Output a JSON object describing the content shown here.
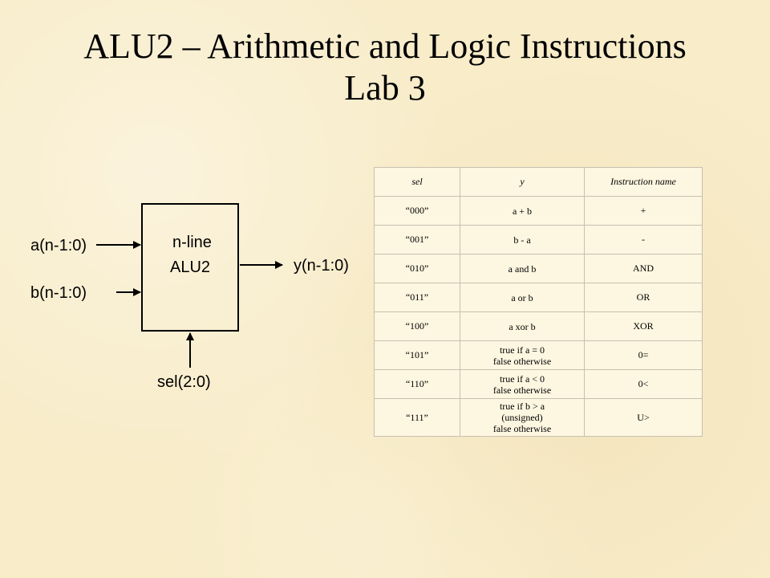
{
  "title": {
    "line1": "ALU2 – Arithmetic and Logic Instructions",
    "line2": "Lab 3"
  },
  "diagram": {
    "block_label_1": "n-line",
    "block_label_2": "ALU2",
    "input_a": "a(n-1:0)",
    "input_b": "b(n-1:0)",
    "input_sel": "sel(2:0)",
    "output_y": "y(n-1:0)"
  },
  "table": {
    "headers": [
      "sel",
      "y",
      "Instruction name"
    ],
    "rows": [
      {
        "sel": "“000”",
        "y": "a + b",
        "name": "+"
      },
      {
        "sel": "“001”",
        "y": "b - a",
        "name": "-"
      },
      {
        "sel": "“010”",
        "y": "a and b",
        "name": "AND"
      },
      {
        "sel": "“011”",
        "y": "a or b",
        "name": "OR"
      },
      {
        "sel": "“100”",
        "y": "a xor b",
        "name": "XOR"
      },
      {
        "sel": "“101”",
        "y": "true if a = 0\nfalse otherwise",
        "name": "0="
      },
      {
        "sel": "“110”",
        "y": "true if a < 0\nfalse otherwise",
        "name": "0<"
      },
      {
        "sel": "“111”",
        "y": "true if b > a\n(unsigned)\nfalse otherwise",
        "name": "U>"
      }
    ]
  }
}
